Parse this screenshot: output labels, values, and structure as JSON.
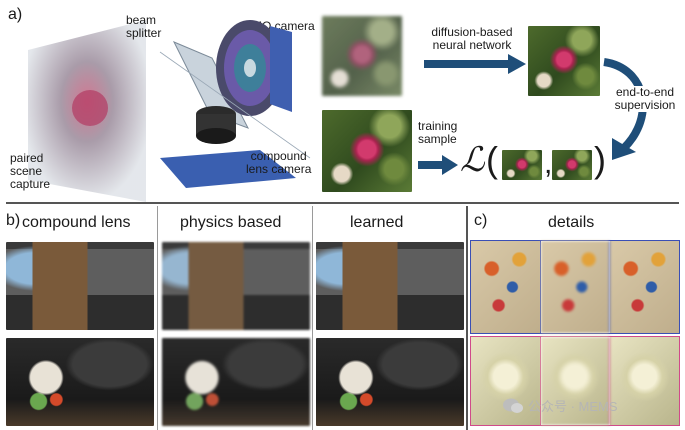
{
  "panel_a": {
    "letter": "a)",
    "labels": {
      "paired_capture": [
        "paired",
        "scene",
        "capture"
      ],
      "beam_splitter": [
        "beam",
        "splitter"
      ],
      "mo_camera": "MO camera",
      "compound_lens_camera": [
        "compound",
        "lens camera"
      ],
      "network": [
        "diffusion-based",
        "neural network"
      ],
      "training_sample": [
        "training",
        "sample"
      ],
      "supervision": [
        "end-to-end",
        "supervision"
      ],
      "loss_symbol": "ℒ",
      "loss_open": "(",
      "loss_comma": ",",
      "loss_close": ")"
    }
  },
  "panel_b": {
    "letter": "b)",
    "columns": [
      "compound lens",
      "physics based",
      "learned"
    ]
  },
  "panel_c": {
    "letter": "c)",
    "title": "details"
  },
  "watermark": "公众号 · MEMS",
  "colors": {
    "arrow": "#1f4e79",
    "detail_blue_border": "#3a4fb5",
    "detail_pink_border": "#d04a8a"
  }
}
